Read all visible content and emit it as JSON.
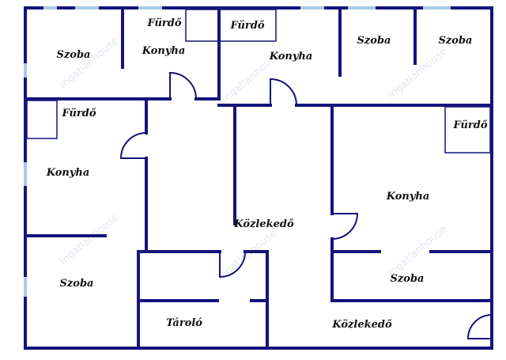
{
  "colors": {
    "wall": "#14147a",
    "window": "#a9cbe8",
    "text": "#111111",
    "watermark": "#e3e6ee"
  },
  "watermark": "ingatlanhouse",
  "rooms": [
    {
      "label": "Szoba"
    },
    {
      "label": "Konyha"
    },
    {
      "label": "Fürdő"
    },
    {
      "label": "Fürdő"
    },
    {
      "label": "Konyha"
    },
    {
      "label": "Szoba"
    },
    {
      "label": "Szoba"
    },
    {
      "label": "Fürdő"
    },
    {
      "label": "Konyha"
    },
    {
      "label": "Fürdő"
    },
    {
      "label": "Konyha"
    },
    {
      "label": "Közlekedő"
    },
    {
      "label": "Szoba"
    },
    {
      "label": "Szoba"
    },
    {
      "label": "Tároló"
    },
    {
      "label": "Közlekedő"
    }
  ]
}
